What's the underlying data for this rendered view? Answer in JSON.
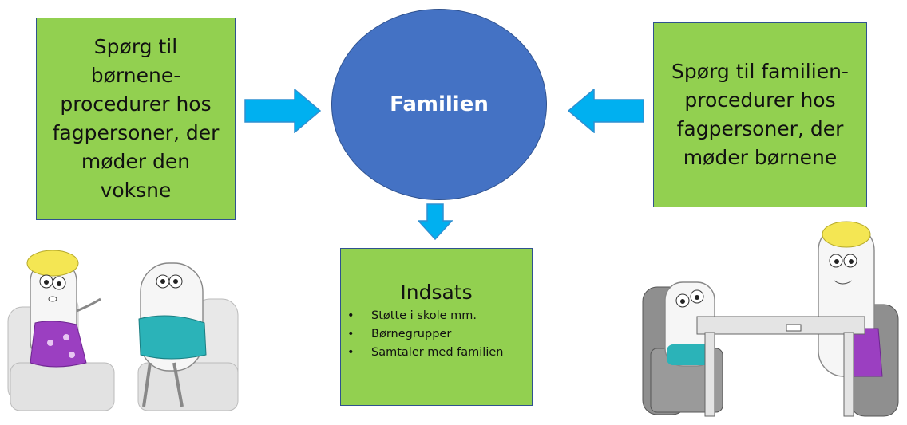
{
  "left_box": {
    "lines": [
      "Spørg til",
      "børnene-",
      "procedurer hos",
      "fagpersoner, der",
      "møder den",
      "voksne"
    ]
  },
  "center": {
    "label": "Familien"
  },
  "right_box": {
    "lines": [
      "Spørg til familien-",
      "procedurer hos",
      "fagpersoner, der",
      "møder børnene"
    ]
  },
  "bottom_box": {
    "title": "Indsats",
    "items": [
      "Støtte i skole mm.",
      "Børnegrupper",
      "Samtaler med familien"
    ]
  },
  "colors": {
    "box_green": "#92d050",
    "circle_blue": "#4472c4",
    "border": "#2f528f",
    "arrow": "#00b0f0"
  },
  "illustrations": [
    "two-adults-talking-in-chairs",
    "adult-and-child-at-table"
  ]
}
